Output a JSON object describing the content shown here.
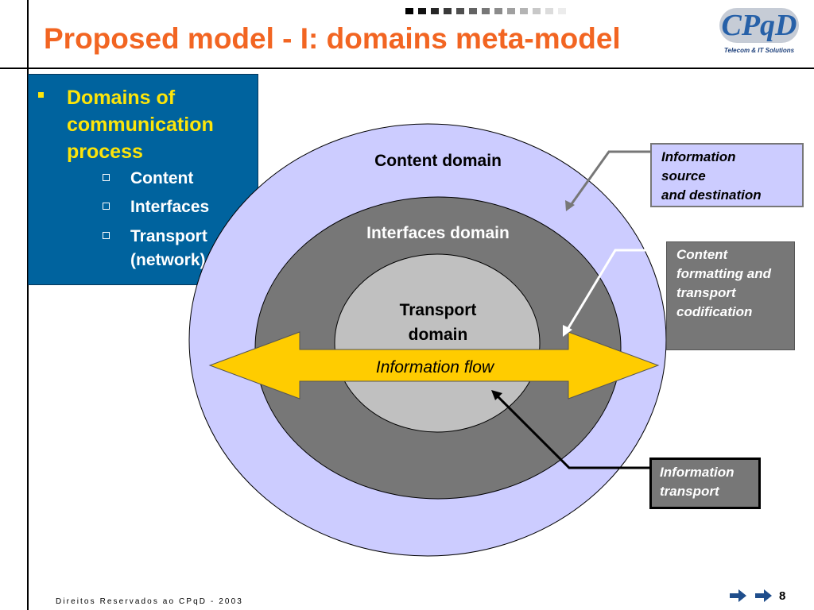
{
  "slide": {
    "title": "Proposed model - I: domains meta-model",
    "page_number": "8",
    "footer": "Direitos Reservados ao CPqD - 2003"
  },
  "logo": {
    "mark": "CPqD",
    "tagline": "Telecom & IT Solutions"
  },
  "bullets": {
    "main": "Domains of communication process",
    "items": [
      "Content",
      "Interfaces",
      "Transport (network)"
    ]
  },
  "diagram": {
    "content_domain": "Content domain",
    "interfaces_domain": "Interfaces domain",
    "transport_domain_line1": "Transport",
    "transport_domain_line2": "domain",
    "flow": "Information flow"
  },
  "callouts": {
    "source": "Information\nsource\nand destination",
    "formatting": "Content\nformatting and\ntransport\ncodification",
    "transport": "Information\ntransport"
  },
  "colors": {
    "title": "#f26522",
    "bullet_box": "#00639e",
    "bullet_main_text": "#fde50a",
    "outer_domain": "#ccccff",
    "middle_domain": "#777777",
    "inner_domain": "#c0c0c0",
    "flow_arrow": "#ffcc00"
  }
}
